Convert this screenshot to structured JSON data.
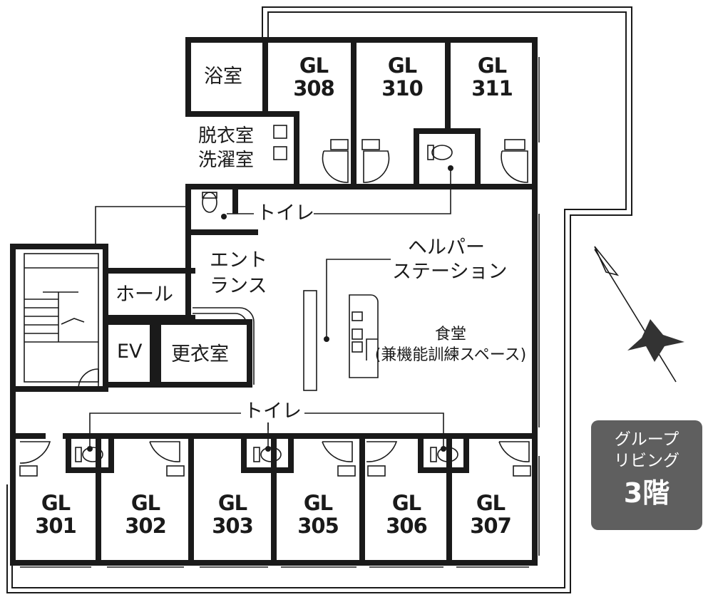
{
  "rooms": {
    "gl308": {
      "line1": "GL",
      "line2": "308"
    },
    "gl310": {
      "line1": "GL",
      "line2": "310"
    },
    "gl311": {
      "line1": "GL",
      "line2": "311"
    },
    "gl301": {
      "line1": "GL",
      "line2": "301"
    },
    "gl302": {
      "line1": "GL",
      "line2": "302"
    },
    "gl303": {
      "line1": "GL",
      "line2": "303"
    },
    "gl305": {
      "line1": "GL",
      "line2": "305"
    },
    "gl306": {
      "line1": "GL",
      "line2": "306"
    },
    "gl307": {
      "line1": "GL",
      "line2": "307"
    }
  },
  "labels": {
    "bath": "浴室",
    "dressing": "脱衣室",
    "laundry": "洗濯室",
    "toilet_upper": "トイレ",
    "toilet_lower": "トイレ",
    "helper_line1": "ヘルパー",
    "helper_line2": "ステーション",
    "entrance_line1": "エント",
    "entrance_line2": "ランス",
    "hall": "ホール",
    "ev": "EV",
    "locker": "更衣室",
    "dining_line1": "食堂",
    "dining_line2": "(兼機能訓練スペース)"
  },
  "badge": {
    "line1": "グループ",
    "line2": "リビング",
    "line3": "3階"
  },
  "colors": {
    "wall": "#1a1a1a",
    "badge_bg": "#5f5f5f",
    "badge_text": "#ffffff"
  }
}
